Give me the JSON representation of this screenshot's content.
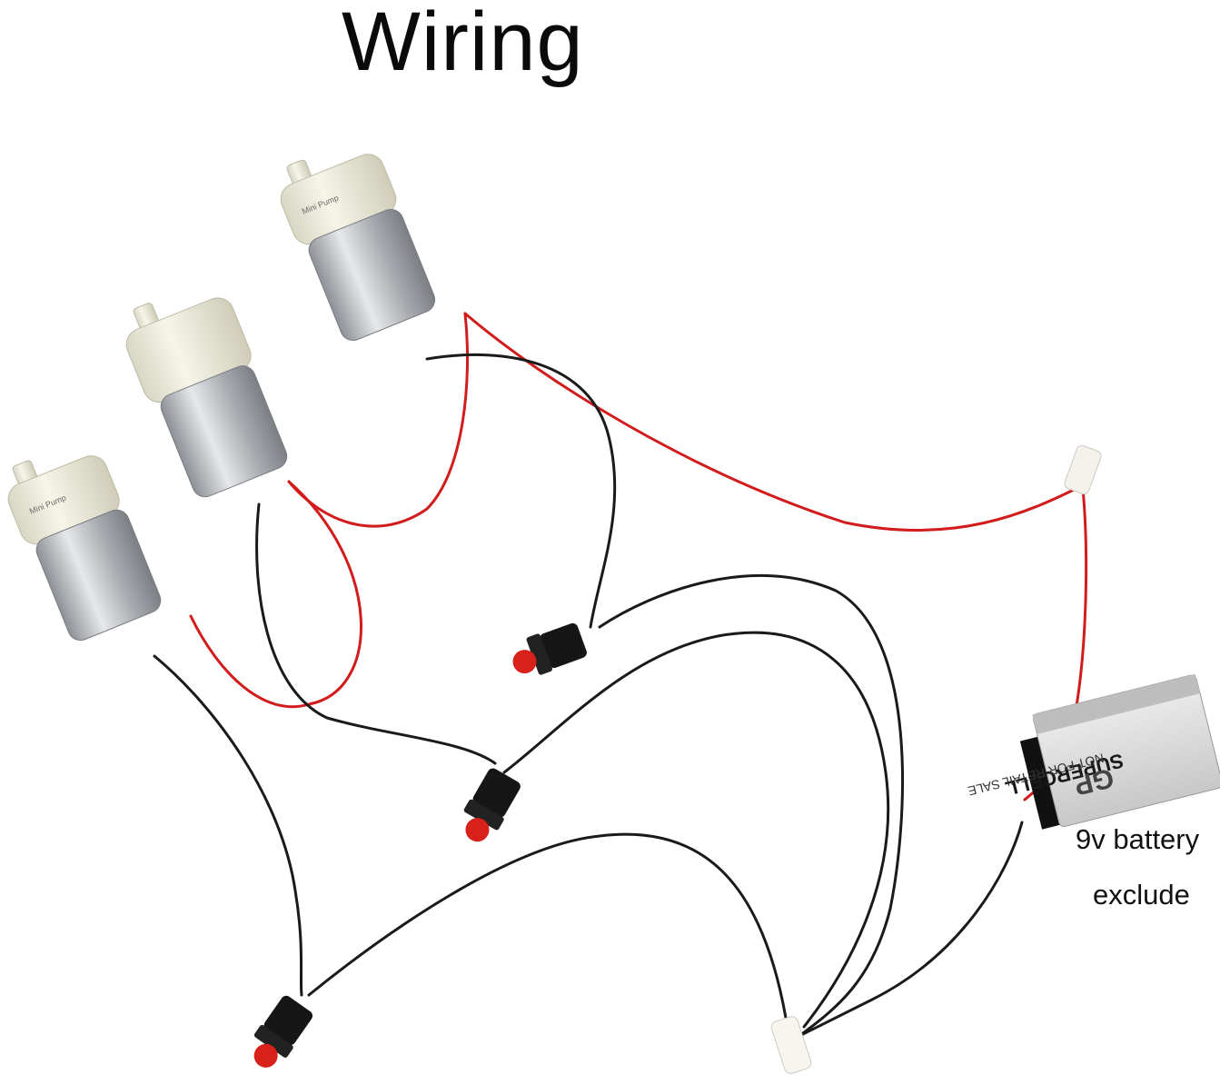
{
  "title": "Wiring",
  "note_line1": "9v battery",
  "note_line2": "exclude",
  "pump_label": "Mini Pump",
  "battery_brand": "GP",
  "battery_model": "SUPERCELL",
  "battery_text": "NOT FOR RETAIL SALE",
  "colors": {
    "red_wire": "#d21c1c",
    "black_wire": "#1a1a1a",
    "pump_head": "#ecebd9",
    "motor": "#b9bcc0",
    "switch_button": "#d8211b",
    "battery": "#d9d9d9"
  }
}
